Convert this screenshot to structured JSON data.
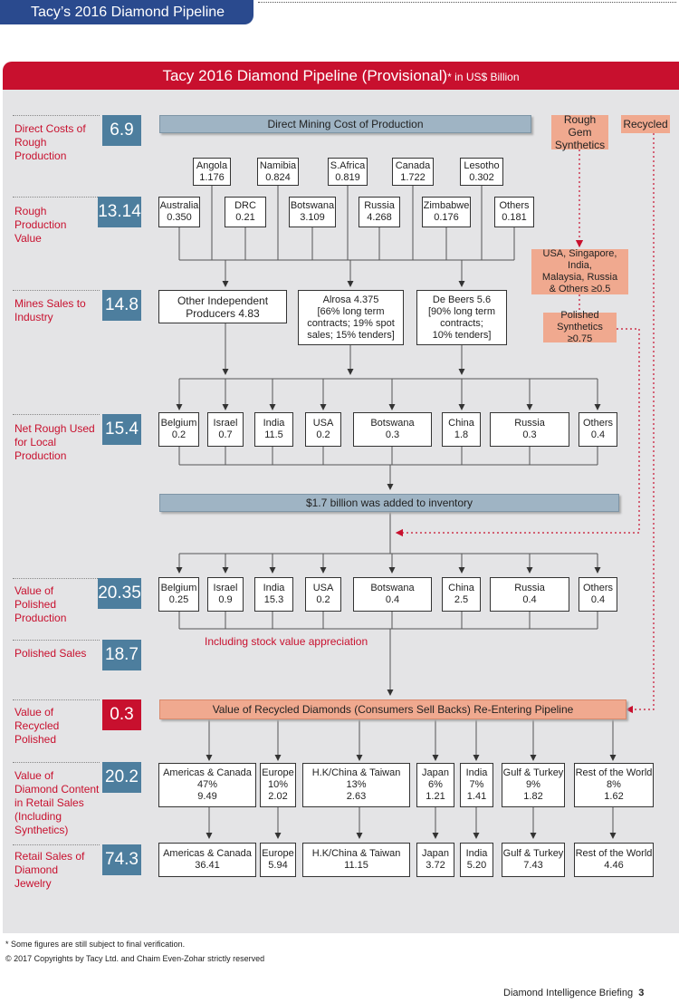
{
  "header": {
    "tab": "Tacy’s 2016 Diamond Pipeline"
  },
  "title": {
    "main": "Tacy 2016  Diamond Pipeline (Provisional)",
    "asterisk": "*",
    "unit": " in US$ Billion"
  },
  "rows": [
    {
      "label": "Direct Costs of Rough Production",
      "value": "6.9"
    },
    {
      "label": "Rough Production Value",
      "value": "13.14"
    },
    {
      "label": "Mines Sales to Industry",
      "value": "14.8"
    },
    {
      "label": "Net Rough Used for Local Production",
      "value": "15.4"
    },
    {
      "label": "Value of Polished Production",
      "value": "20.35"
    },
    {
      "label": "Polished Sales",
      "value": "18.7"
    },
    {
      "label": "Value of Recycled Polished",
      "value": "0.3"
    },
    {
      "label": "Value of Diamond Content in Retail Sales (Including Synthetics)",
      "value": "20.2"
    },
    {
      "label": "Retail Sales of Diamond Jewelry",
      "value": "74.3"
    }
  ],
  "mining_bar": "Direct Mining Cost of Production",
  "producers_top": [
    {
      "name": "Angola",
      "value": "1.176"
    },
    {
      "name": "Namibia",
      "value": "0.824"
    },
    {
      "name": "S.Africa",
      "value": "0.819"
    },
    {
      "name": "Canada",
      "value": "1.722"
    },
    {
      "name": "Lesotho",
      "value": "0.302"
    }
  ],
  "producers_bottom": [
    {
      "name": "Australia",
      "value": "0.350"
    },
    {
      "name": "DRC",
      "value": "0.21"
    },
    {
      "name": "Botswana",
      "value": "3.109"
    },
    {
      "name": "Russia",
      "value": "4.268"
    },
    {
      "name": "Zimbabwe",
      "value": "0.176"
    },
    {
      "name": "Others",
      "value": "0.181"
    }
  ],
  "sellers": [
    {
      "line1": "Other Independent",
      "line2": "Producers 4.83"
    },
    {
      "line1": "Alrosa 4.375",
      "line2": "[66% long term",
      "line3": "contracts; 19% spot",
      "line4": "sales; 15% tenders]"
    },
    {
      "line1": "De Beers 5.6",
      "line2": "[90% long term",
      "line3": "contracts;",
      "line4": "10% tenders]"
    }
  ],
  "synthetics": {
    "rough_gem_l1": "Rough Gem",
    "rough_gem_l2": "Synthetics",
    "recycled": "Recycled",
    "producers_l1": "USA, Singapore, India,",
    "producers_l2": "Malaysia, Russia",
    "producers_l3": "& Others ≥0.5",
    "polished_l1": "Polished",
    "polished_l2": "Synthetics ≥0.75"
  },
  "net_rough": [
    {
      "name": "Belgium",
      "value": "0.2"
    },
    {
      "name": "Israel",
      "value": "0.7"
    },
    {
      "name": "India",
      "value": "11.5"
    },
    {
      "name": "USA",
      "value": "0.2"
    },
    {
      "name": "Botswana",
      "value": "0.3"
    },
    {
      "name": "China",
      "value": "1.8"
    },
    {
      "name": "Russia",
      "value": "0.3"
    },
    {
      "name": "Others",
      "value": "0.4"
    }
  ],
  "inventory_bar": "$1.7 billion was added to inventory",
  "polished": [
    {
      "name": "Belgium",
      "value": "0.25"
    },
    {
      "name": "Israel",
      "value": "0.9"
    },
    {
      "name": "India",
      "value": "15.3"
    },
    {
      "name": "USA",
      "value": "0.2"
    },
    {
      "name": "Botswana",
      "value": "0.4"
    },
    {
      "name": "China",
      "value": "2.5"
    },
    {
      "name": "Russia",
      "value": "0.4"
    },
    {
      "name": "Others",
      "value": "0.4"
    }
  ],
  "stock_note": "Including stock value appreciation",
  "recycled_bar": "Value of Recycled Diamonds (Consumers Sell Backs) Re-Entering Pipeline",
  "retail_content": [
    {
      "name": "Americas & Canada",
      "pct": "47%",
      "value": "9.49"
    },
    {
      "name": "Europe",
      "pct": "10%",
      "value": "2.02"
    },
    {
      "name": "H.K/China & Taiwan",
      "pct": "13%",
      "value": "2.63"
    },
    {
      "name": "Japan",
      "pct": "6%",
      "value": "1.21"
    },
    {
      "name": "India",
      "pct": "7%",
      "value": "1.41"
    },
    {
      "name": "Gulf & Turkey",
      "pct": "9%",
      "value": "1.82"
    },
    {
      "name": "Rest of the World",
      "pct": "8%",
      "value": "1.62"
    }
  ],
  "retail_sales": [
    {
      "name": "Americas & Canada",
      "value": "36.41"
    },
    {
      "name": "Europe",
      "value": "5.94"
    },
    {
      "name": "H.K/China & Taiwan",
      "value": "11.15"
    },
    {
      "name": "Japan",
      "value": "3.72"
    },
    {
      "name": "India",
      "value": "5.20"
    },
    {
      "name": "Gulf & Turkey",
      "value": "7.43"
    },
    {
      "name": "Rest of the World",
      "value": "4.46"
    }
  ],
  "footnotes": {
    "note1": "* Some figures are still subject to final verification.",
    "note2": "© 2017 Copyrights by Tacy Ltd. and Chaim Even-Zohar strictly reserved"
  },
  "footer": {
    "text": "Diamond Intelligence Briefing",
    "page": "3"
  }
}
